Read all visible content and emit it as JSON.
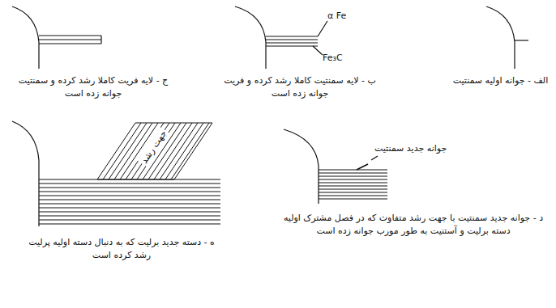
{
  "diagram": {
    "labels": [
      "الف - جوانه اولیه سمنتیت",
      "α Fe",
      "Fe₃C",
      "ب - لایه سمنتیت کاملا رشد کرده و فریت جوانه زده است",
      "ج - لایه فریت کاملا رشد کرده و سمنتیت جوانه زده است",
      "جوانه جدید سمنتیت",
      "د - جوانه جدید سمنتیت با جهت رشد متفاوت که در فصل مشترک اولیه دسته برلیت و آستنیت به طور مورب جوانه زده است",
      "جهت رشد",
      "ه - دسته جدید برلیت که به دنبال دسته اولیه پرلیت رشد کرده است"
    ]
  }
}
